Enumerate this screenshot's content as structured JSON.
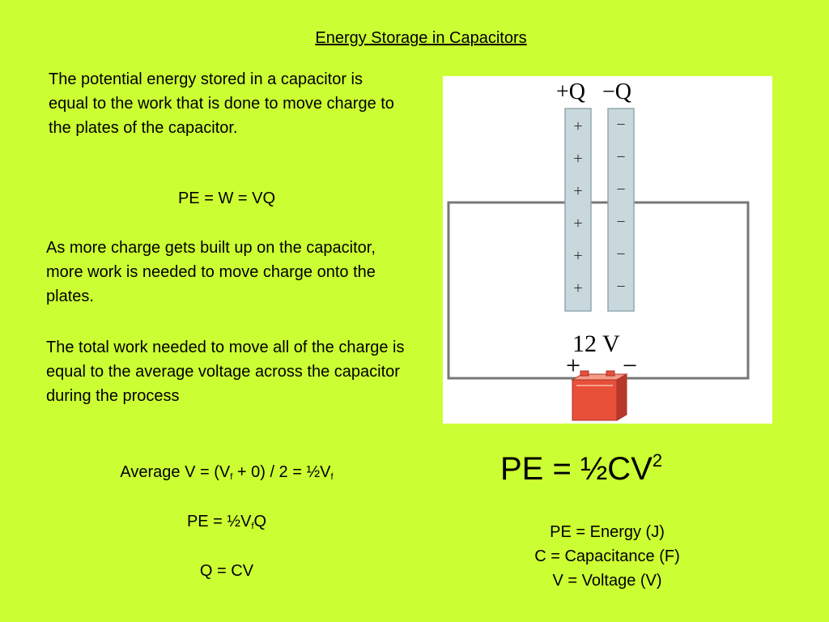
{
  "title": "Energy Storage in Capacitors",
  "paragraphs": {
    "intro": "The potential energy stored in a capacitor is equal to the work that is done to move charge to the plates of the capacitor.",
    "more_charge": "As more charge gets built up on the capacitor, more work is needed to move charge onto the plates.",
    "total_work": "The total work needed to move all of the charge is equal to the average voltage across the capacitor during the process"
  },
  "formulas": {
    "pe_wvq": "PE = W = VQ",
    "average_v": {
      "a": "Average V = (V",
      "sub1": "f",
      "b": " + 0) / 2 = ½V",
      "sub2": "f"
    },
    "pe_half_vq": {
      "a": "PE = ½V",
      "sub": "f",
      "b": "Q"
    },
    "q_cv": "Q = CV",
    "main": {
      "base": "PE = ½CV",
      "exp": "2"
    }
  },
  "legend": [
    "PE = Energy (J)",
    "C = Capacitance (F)",
    "V = Voltage (V)"
  ],
  "diagram": {
    "charge_pos": "+Q",
    "charge_neg": "−Q",
    "plus_sign": "+",
    "minus_sign": "−",
    "voltage": "12 V",
    "battery_plus": "+",
    "battery_minus": "−"
  },
  "colors": {
    "background": "#ccff33",
    "plate": "#c9d8dc",
    "plate_border": "#8fa9b0",
    "wire": "#777777",
    "battery": "#e8503a"
  }
}
